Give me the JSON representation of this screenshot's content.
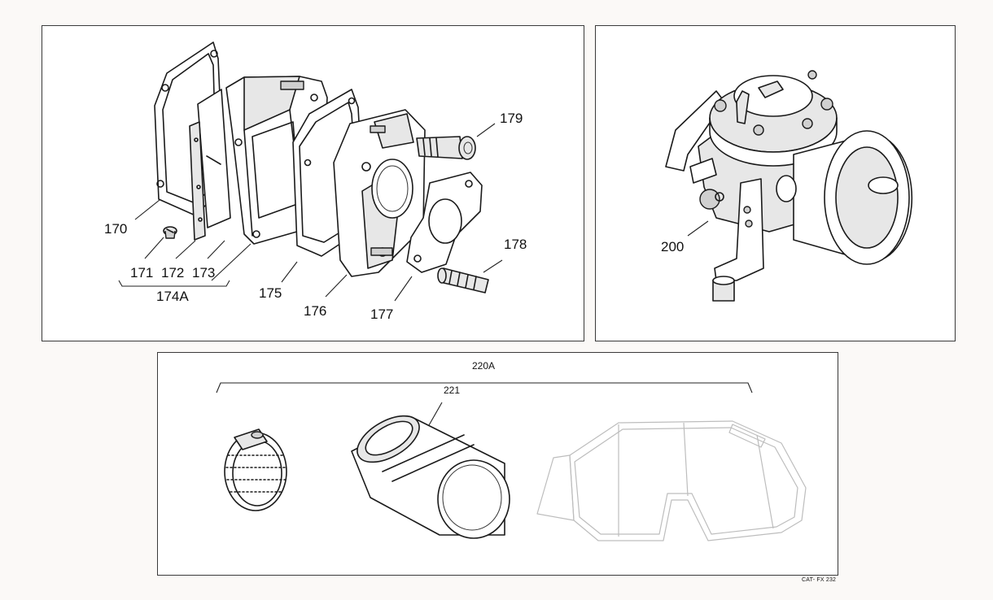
{
  "labels": {
    "p170": "170",
    "p171": "171",
    "p172": "172",
    "p173": "173",
    "p174a": "174A",
    "p175": "175",
    "p176": "176",
    "p177": "177",
    "p178": "178",
    "p179": "179",
    "p200": "200",
    "p220a": "220A",
    "p221": "221"
  },
  "catalog_code": "CAT- FX 232"
}
